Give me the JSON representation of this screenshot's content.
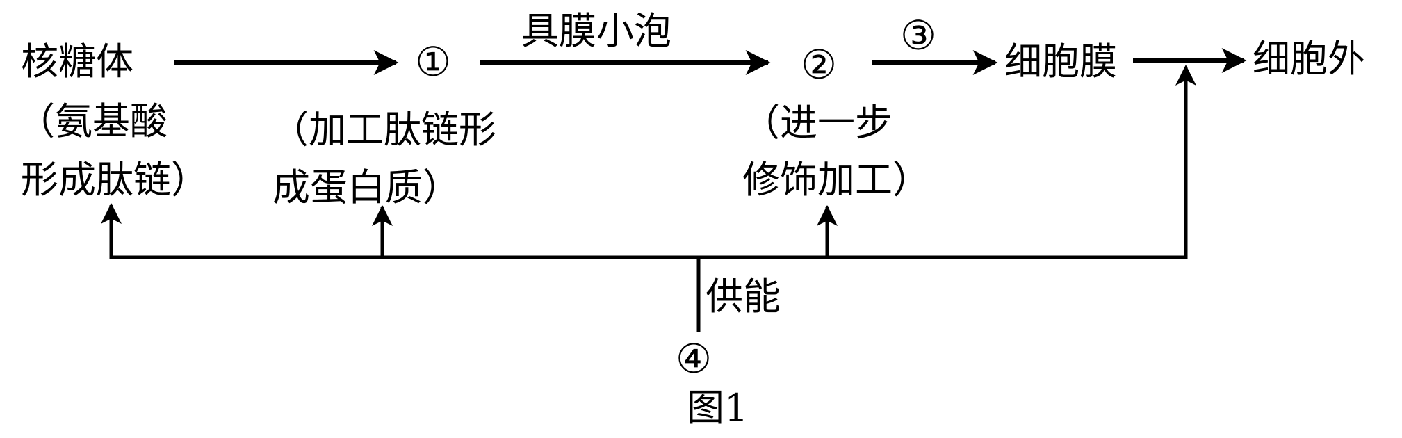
{
  "nodes": {
    "ribosome": {
      "name": "核糖体",
      "note_line1": "（氨基酸",
      "note_line2": "形成肽链）"
    },
    "organelle1": {
      "label": "①",
      "note_line1": "（加工肽链形",
      "note_line2": "成蛋白质）"
    },
    "organelle2": {
      "label": "②",
      "note_line1": "（进一步",
      "note_line2": "修饰加工）"
    },
    "membrane": {
      "name": "细胞膜"
    },
    "outside": {
      "name": "细胞外"
    },
    "energy_source": {
      "label": "④"
    }
  },
  "edges": {
    "vesicle": "具膜小泡",
    "step3": "③",
    "energy": "供能"
  },
  "figure_caption": "图1"
}
